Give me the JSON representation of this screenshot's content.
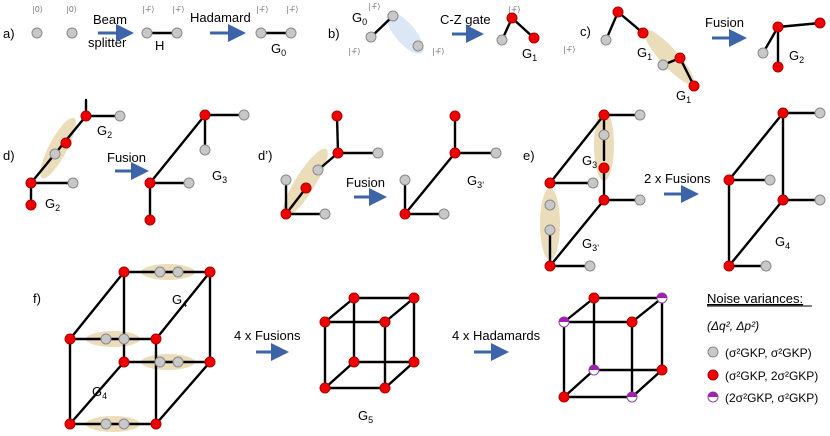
{
  "panels": {
    "a": {
      "label": "a)",
      "kets_in": [
        "|0⟩",
        "|0⟩"
      ],
      "beam_splitter": [
        "Beam",
        "splitter"
      ],
      "ket_plus": "|+̃⟩",
      "h_label": "H",
      "hadamard": "Hadamard",
      "g0": "G",
      "g0_sub": "0"
    },
    "b": {
      "label": "b)",
      "g0": "G",
      "g0_sub": "0",
      "cz": "C-Z gate",
      "g1": "G",
      "g1_sub": "1",
      "ket_plus": "|+̃⟩"
    },
    "c": {
      "label": "c)",
      "g1": "G",
      "g1_sub": "1",
      "fusion": "Fusion",
      "g2": "G",
      "g2_sub": "2"
    },
    "d": {
      "label": "d)",
      "g2": "G",
      "g2_sub": "2",
      "fusion": "Fusion",
      "g3": "G",
      "g3_sub": "3"
    },
    "dp": {
      "label": "d’)",
      "fusion": "Fusion",
      "g3p": "G",
      "g3p_sub": "3’"
    },
    "e": {
      "label": "e)",
      "g3": "G",
      "g3_sub": "3",
      "g3p": "G",
      "g3p_sub": "3’",
      "fusions": "2 x Fusions",
      "g4": "G",
      "g4_sub": "4"
    },
    "f": {
      "label": "f)",
      "g4": "G",
      "g4_sub": "4",
      "fusions": "4 x Fusions",
      "g5": "G",
      "g5_sub": "5",
      "hadamards": "4 x Hadamards"
    }
  },
  "legend": {
    "title": "Noise variances:",
    "axes": "(Δq², Δp²)",
    "items": [
      {
        "kind": "grey",
        "text": "(σ²GKP, σ²GKP)"
      },
      {
        "kind": "red",
        "text": "(σ²GKP, 2σ²GKP)"
      },
      {
        "kind": "half",
        "text": "(2σ²GKP, σ²GKP)"
      }
    ]
  },
  "colors": {
    "red": "#ee0000",
    "grey": "#c8c8c8",
    "purple": "#a020b0",
    "highlight": "#e8d6ae",
    "arrow": "#3d64a8"
  }
}
